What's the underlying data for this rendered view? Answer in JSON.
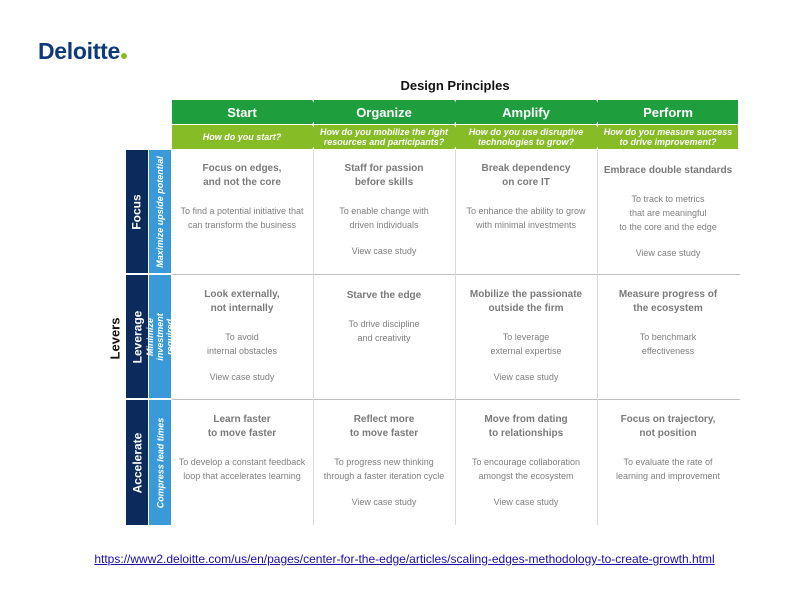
{
  "logo": {
    "text": "Deloitte"
  },
  "title": "Design Principles",
  "columns": [
    {
      "label": "Start",
      "question": "How do you start?"
    },
    {
      "label": "Organize",
      "question": "How do you mobilize the right\nresources and participants?"
    },
    {
      "label": "Amplify",
      "question": "How do you use disruptive\ntechnologies to grow?"
    },
    {
      "label": "Perform",
      "question": "How do you measure success\nto drive improvement?"
    }
  ],
  "levers_label": "Levers",
  "rows": [
    {
      "lever": "Focus",
      "objective": "Maximize upside potential"
    },
    {
      "lever": "Leverage",
      "objective": "Minimize investment\nrequired"
    },
    {
      "lever": "Accelerate",
      "objective": "Compress lead times"
    }
  ],
  "cells": [
    [
      {
        "heading": "Focus on edges,\nand not the core",
        "desc": "To find a potential initiative that\ncan transform the business",
        "link": ""
      },
      {
        "heading": "Staff for passion\nbefore skills",
        "desc": "To enable change with\ndriven individuals",
        "link": "View case study"
      },
      {
        "heading": "Break dependency\non core IT",
        "desc": "To enhance the ability to grow\nwith minimal investments",
        "link": ""
      },
      {
        "heading": "Embrace double standards",
        "desc": "To track to metrics\nthat are meaningful\nto the core and the edge",
        "link": "View case study"
      }
    ],
    [
      {
        "heading": "Look externally,\nnot internally",
        "desc": "To avoid\ninternal obstacles",
        "link": "View case study"
      },
      {
        "heading": "Starve the edge",
        "desc": "To drive discipline\nand creativity",
        "link": ""
      },
      {
        "heading": "Mobilize the passionate\noutside the firm",
        "desc": "To leverage\nexternal expertise",
        "link": "View case study"
      },
      {
        "heading": "Measure progress of\nthe ecosystem",
        "desc": "To benchmark\neffectiveness",
        "link": ""
      }
    ],
    [
      {
        "heading": "Learn faster\nto move faster",
        "desc": "To develop a constant feedback\nloop that accelerates learning",
        "link": ""
      },
      {
        "heading": "Reflect more\nto move faster",
        "desc": "To progress new thinking\nthrough a faster iteration cycle",
        "link": "View case study"
      },
      {
        "heading": "Move from dating\nto relationships",
        "desc": "To encourage collaboration\namongst the ecosystem",
        "link": "View case study"
      },
      {
        "heading": "Focus on trajectory,\nnot position",
        "desc": "To evaluate the rate of\nlearning and improvement",
        "link": ""
      }
    ]
  ],
  "url": "https://www2.deloitte.com/us/en/pages/center-for-the-edge/articles/scaling-edges-methodology-to-create-growth.html"
}
